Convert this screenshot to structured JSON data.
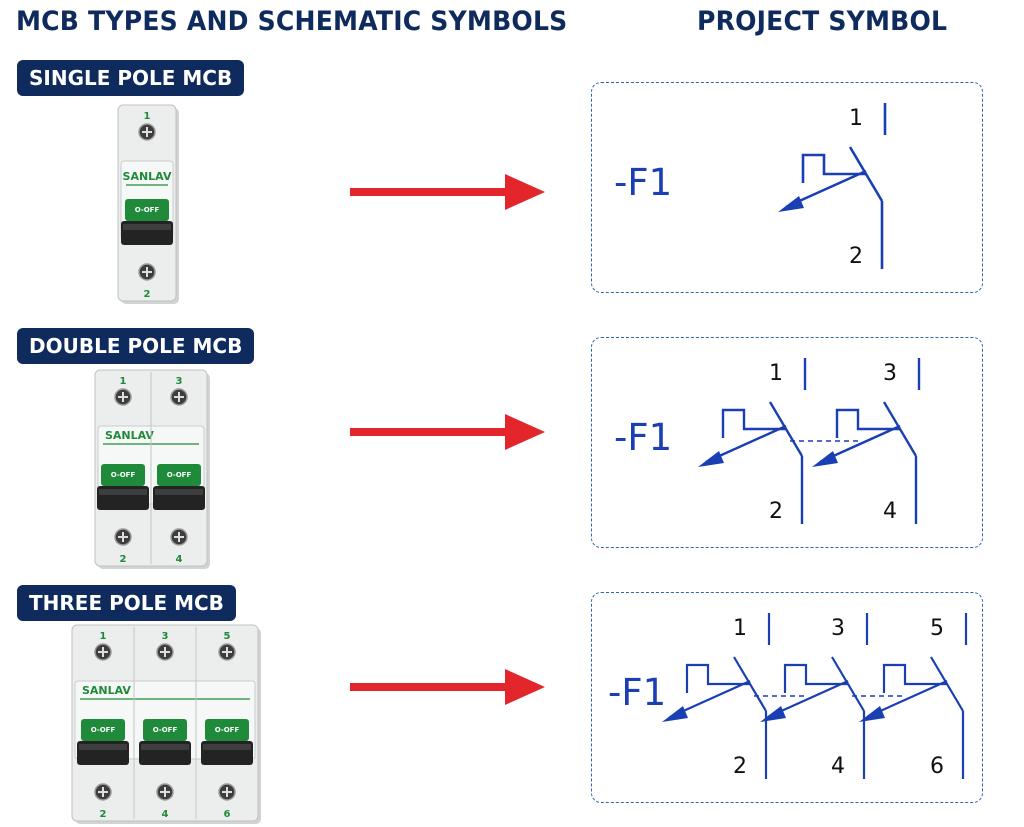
{
  "title_left": "MCB TYPES AND SCHEMATIC SYMBOLS",
  "title_right": "PROJECT SYMBOL",
  "colors": {
    "navy": "#0f2a5c",
    "symbol_blue": "#1a3fb3",
    "arrow_red": "#e3262b",
    "brand_green": "#1f8a3a",
    "dashed_border": "#2f64b0"
  },
  "rows": [
    {
      "label": "SINGLE POLE MCB",
      "device": {
        "brand": "SANLAV",
        "switch_label": "O-OFF",
        "top_terminals": [
          "1"
        ],
        "bottom_terminals": [
          "2"
        ]
      },
      "symbol": {
        "tag": "-F1",
        "top_numbers": [
          "1"
        ],
        "bottom_numbers": [
          "2"
        ]
      }
    },
    {
      "label": "DOUBLE POLE MCB",
      "device": {
        "brand": "SANLAV",
        "switch_label": "O-OFF",
        "top_terminals": [
          "1",
          "3"
        ],
        "bottom_terminals": [
          "2",
          "4"
        ]
      },
      "symbol": {
        "tag": "-F1",
        "top_numbers": [
          "1",
          "3"
        ],
        "bottom_numbers": [
          "2",
          "4"
        ]
      }
    },
    {
      "label": "THREE POLE MCB",
      "device": {
        "brand": "SANLAV",
        "switch_label": "O-OFF",
        "top_terminals": [
          "1",
          "3",
          "5"
        ],
        "bottom_terminals": [
          "2",
          "4",
          "6"
        ]
      },
      "symbol": {
        "tag": "-F1",
        "top_numbers": [
          "1",
          "3",
          "5"
        ],
        "bottom_numbers": [
          "2",
          "4",
          "6"
        ]
      }
    }
  ]
}
